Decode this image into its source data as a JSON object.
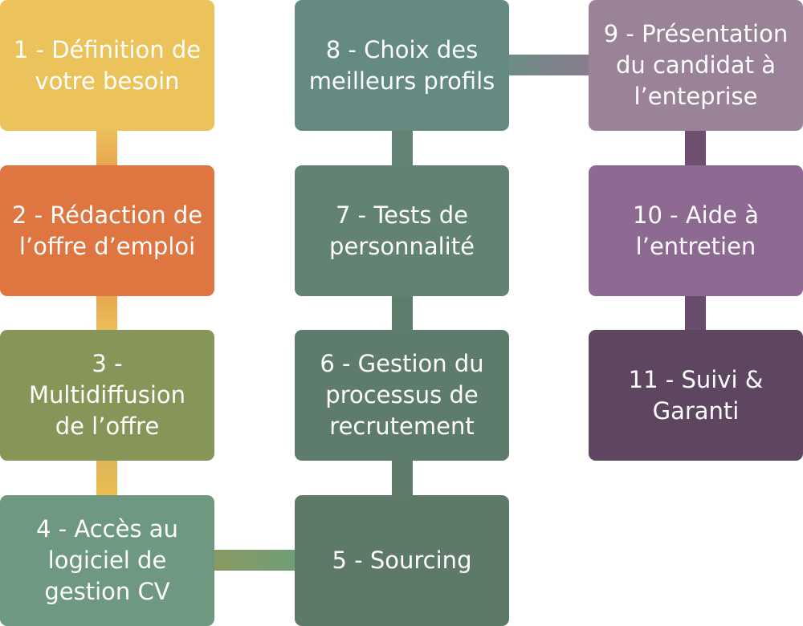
{
  "steps": [
    {
      "label": "1 - Définition de\nvotre besoin",
      "color": "#ECC35B"
    },
    {
      "label": "2 - Rédaction de\nl’offre d’emploi",
      "color": "#DF7540"
    },
    {
      "label": "3 -\nMultidiffusion\nde l’offre",
      "color": "#869658"
    },
    {
      "label": "4 - Accès au\nlogiciel de\ngestion CV",
      "color": "#6E9980"
    },
    {
      "label": "5 - Sourcing",
      "color": "#5C7A67"
    },
    {
      "label": "6 - Gestion du\nprocessus de\nrecrutement",
      "color": "#5E7C6C"
    },
    {
      "label": "7 - Tests de\npersonnalité",
      "color": "#628274"
    },
    {
      "label": "8 - Choix des\nmeilleurs profils",
      "color": "#648A82"
    },
    {
      "label": "9 - Présentation\ndu candidat à\nl’enteprise",
      "color": "#9A8299"
    },
    {
      "label": "10 - Aide à\nl’entretien",
      "color": "#8E6A93"
    },
    {
      "label": "11 - Suivi &\nGaranti",
      "color": "#5E4560"
    }
  ]
}
